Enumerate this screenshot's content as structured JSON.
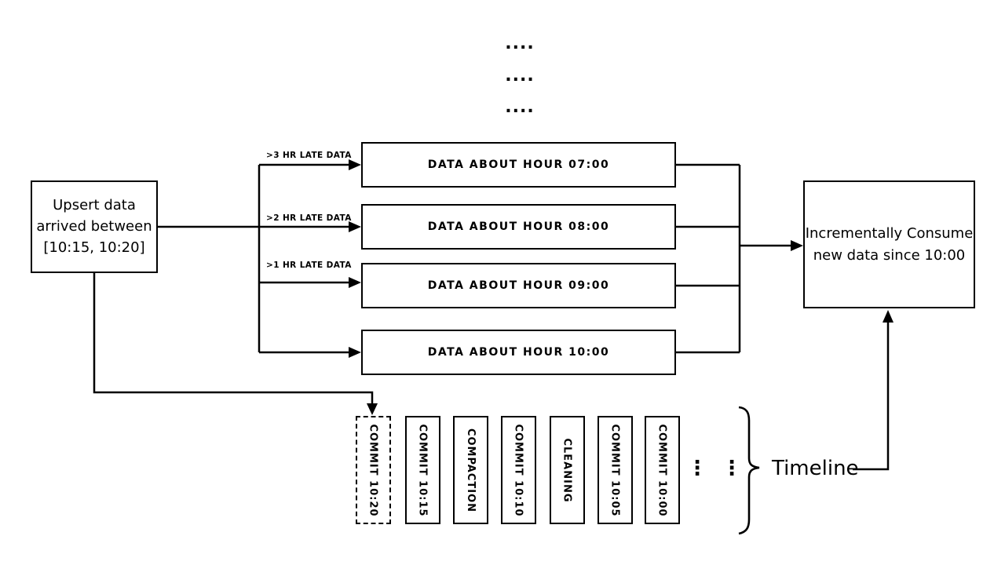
{
  "colors": {
    "line": "#000000",
    "background": "#ffffff",
    "text": "#000000"
  },
  "top_ellipsis": {
    "rows": [
      "....",
      "....",
      "...."
    ]
  },
  "left_box": {
    "line1": "Upsert data",
    "line2": "arrived between",
    "line3": "[10:15, 10:20]"
  },
  "branch_labels": {
    "l3hr": ">3 HR LATE DATA",
    "l2hr": ">2 HR LATE DATA",
    "l1hr": ">1 HR LATE DATA"
  },
  "hour_boxes": {
    "h07": "DATA ABOUT HOUR 07:00",
    "h08": "DATA ABOUT HOUR 08:00",
    "h09": "DATA ABOUT HOUR 09:00",
    "h10": "DATA ABOUT HOUR 10:00"
  },
  "right_box": {
    "line1": "Incrementally Consume",
    "line2": "new data since 10:00"
  },
  "timeline": {
    "items": [
      {
        "label": "COMMIT 10:20",
        "style": "dashed"
      },
      {
        "label": "COMMIT 10:15",
        "style": "solid"
      },
      {
        "label": "COMPACTION",
        "style": "solid"
      },
      {
        "label": "COMMIT 10:10",
        "style": "solid"
      },
      {
        "label": "CLEANING",
        "style": "solid"
      },
      {
        "label": "COMMIT 10:05",
        "style": "solid"
      },
      {
        "label": "COMMIT 10:00",
        "style": "solid"
      }
    ],
    "ellipsis": {
      "col1": "⋮",
      "col2": "⋮"
    },
    "label": "Timeline"
  }
}
